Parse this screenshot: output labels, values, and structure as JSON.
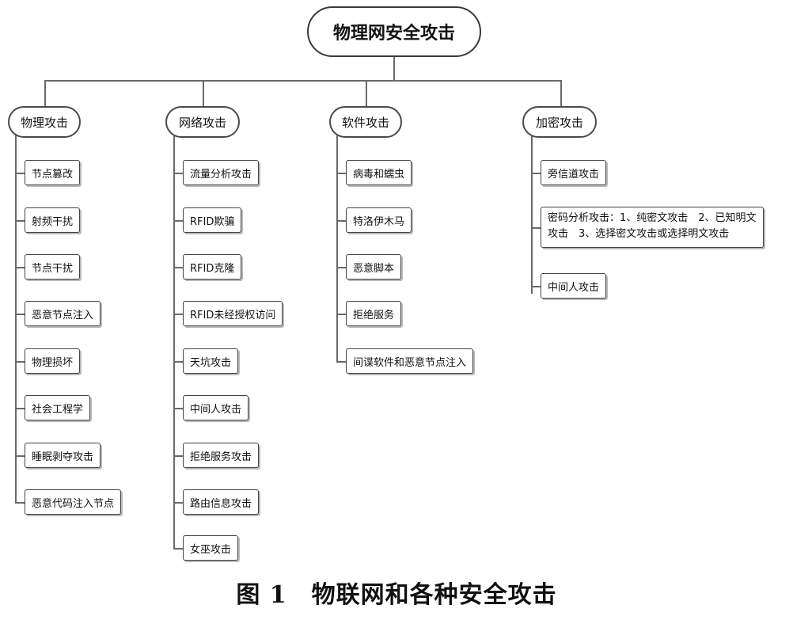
{
  "root": {
    "label": "物理网安全攻击"
  },
  "categories": [
    {
      "label": "物理攻击",
      "items": [
        "节点篡改",
        "射频干扰",
        "节点干扰",
        "恶意节点注入",
        "物理损坏",
        "社会工程学",
        "睡眠剥夺攻击",
        "恶意代码注入节点"
      ]
    },
    {
      "label": "网络攻击",
      "items": [
        "流量分析攻击",
        "RFID欺骗",
        "RFID克隆",
        "RFID未经授权访问",
        "天坑攻击",
        "中间人攻击",
        "拒绝服务攻击",
        "路由信息攻击",
        "女巫攻击"
      ]
    },
    {
      "label": "软件攻击",
      "items": [
        "病毒和蠕虫",
        "特洛伊木马",
        "恶意脚本",
        "拒绝服务",
        "间谍软件和恶意节点注入"
      ]
    },
    {
      "label": "加密攻击",
      "items": [
        "旁信道攻击",
        "密码分析攻击：1、纯密文攻击　2、已知明文攻击　3、选择密文攻击或选择明文攻击",
        "中间人攻击"
      ]
    }
  ],
  "caption": "图 1　物联网和各种安全攻击"
}
